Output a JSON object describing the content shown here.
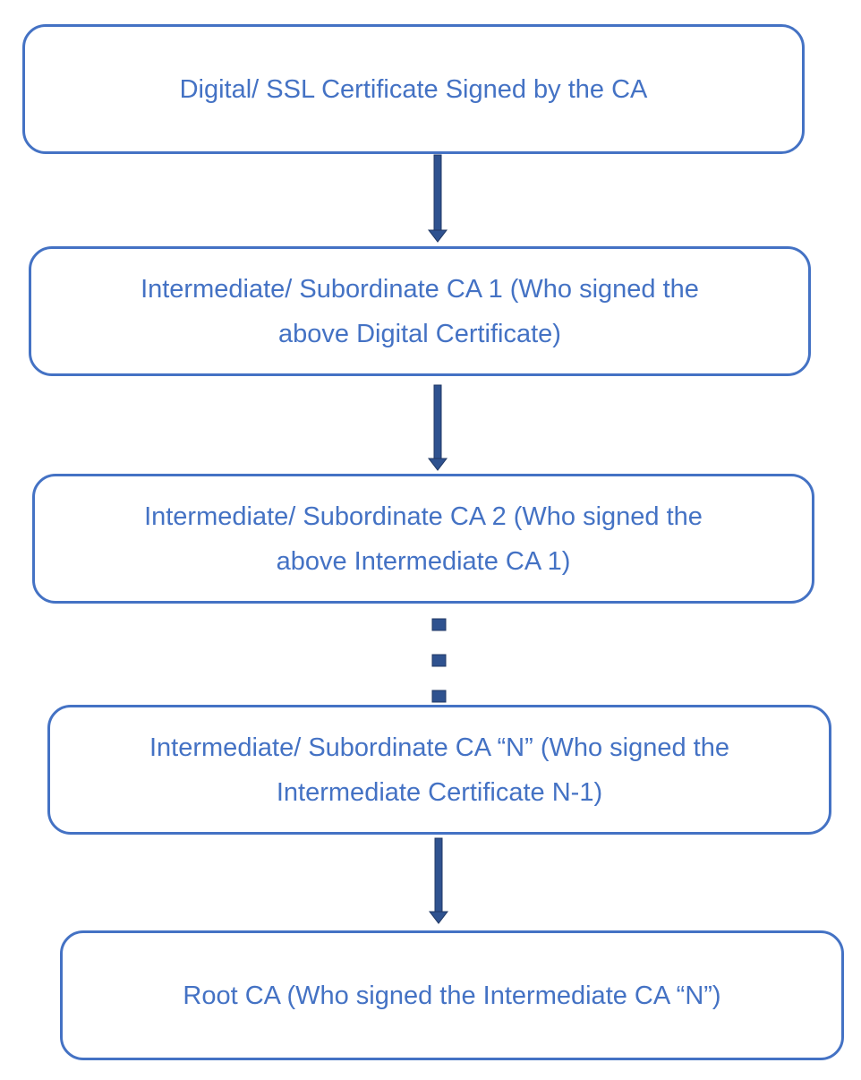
{
  "diagram": {
    "colors": {
      "box_border": "#4472C4",
      "text": "#4472C4",
      "connector": "#2F528F",
      "connector_outline": "#203864"
    },
    "nodes": [
      {
        "id": "ssl-certificate",
        "lines": [
          "Digital/ SSL Certificate Signed by the CA"
        ]
      },
      {
        "id": "intermediate-ca-1",
        "lines": [
          "Intermediate/ Subordinate CA 1 (Who signed the",
          "above Digital Certificate)"
        ]
      },
      {
        "id": "intermediate-ca-2",
        "lines": [
          "Intermediate/ Subordinate CA 2 (Who signed the",
          "above Intermediate CA 1)"
        ]
      },
      {
        "id": "intermediate-ca-n",
        "lines": [
          "Intermediate/ Subordinate CA “N” (Who signed the",
          "Intermediate Certificate N-1)"
        ]
      },
      {
        "id": "root-ca",
        "lines": [
          "Root CA (Who signed the Intermediate CA “N”)"
        ]
      }
    ],
    "edges": [
      {
        "from": "ssl-certificate",
        "to": "intermediate-ca-1",
        "style": "arrow"
      },
      {
        "from": "intermediate-ca-1",
        "to": "intermediate-ca-2",
        "style": "arrow"
      },
      {
        "from": "intermediate-ca-2",
        "to": "intermediate-ca-n",
        "style": "dotted"
      },
      {
        "from": "intermediate-ca-n",
        "to": "root-ca",
        "style": "arrow"
      }
    ]
  }
}
